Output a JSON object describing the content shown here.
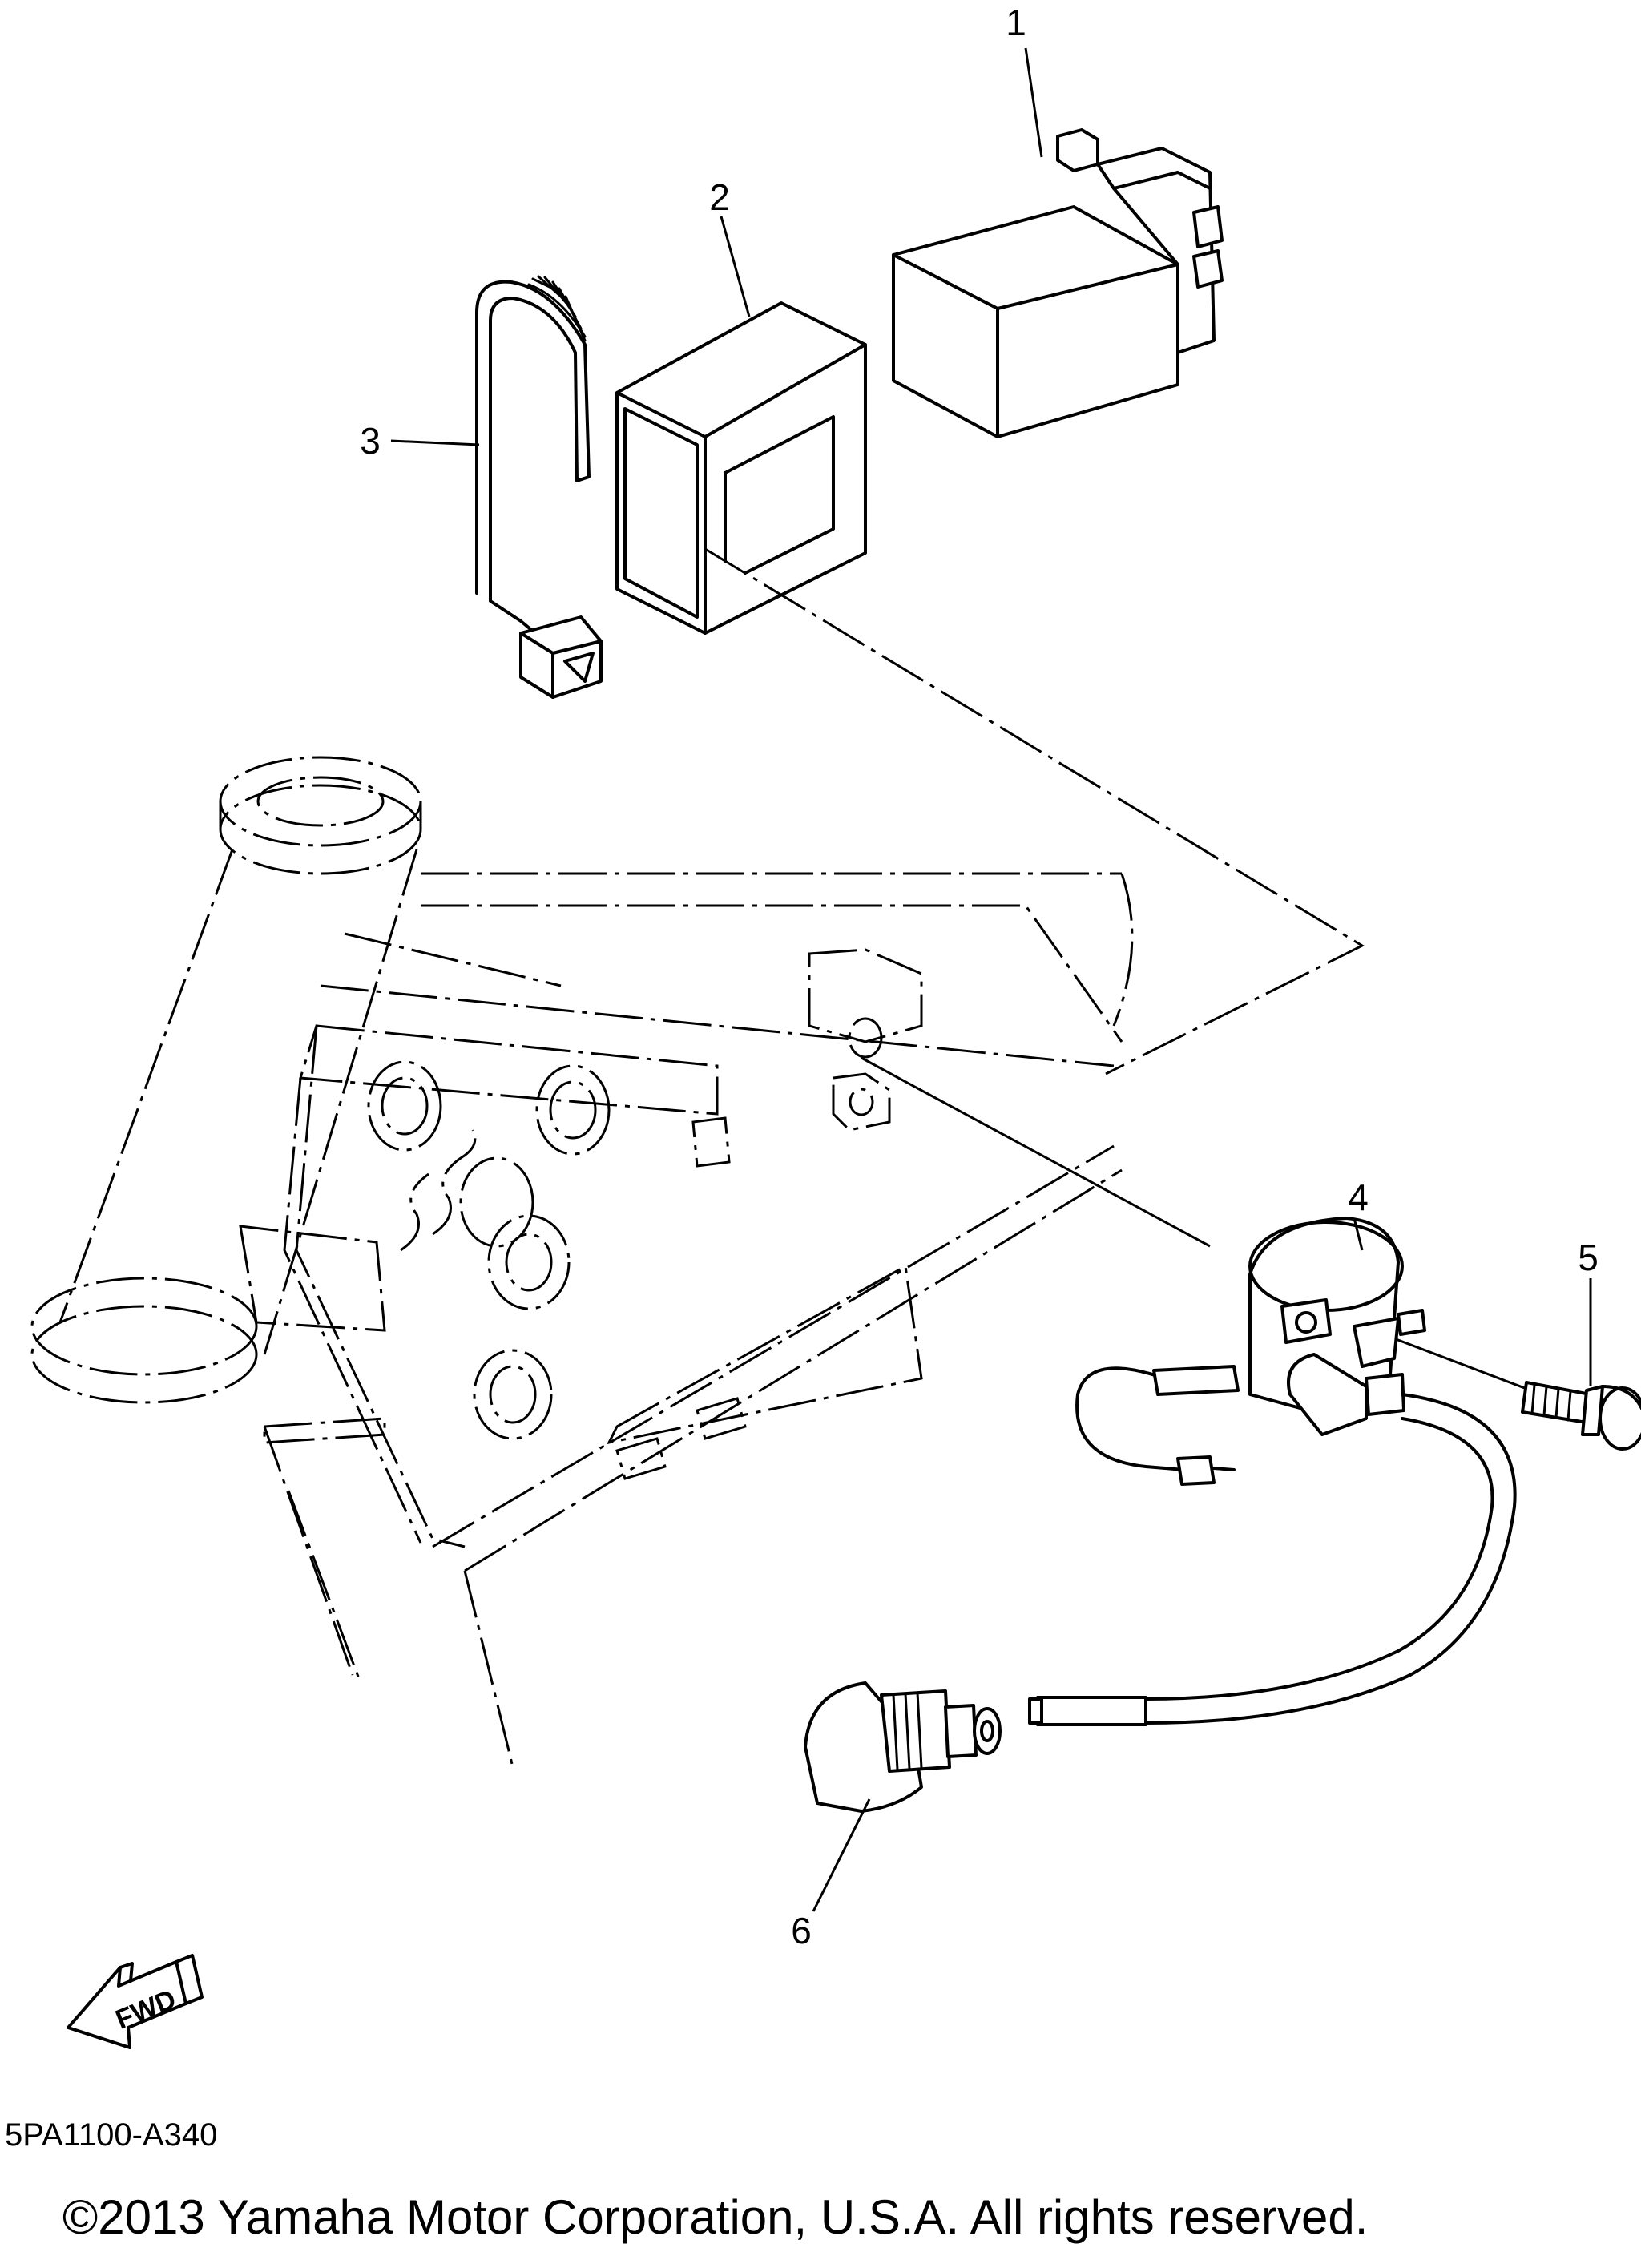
{
  "callouts": [
    {
      "id": "1",
      "label": "1"
    },
    {
      "id": "2",
      "label": "2"
    },
    {
      "id": "3",
      "label": "3"
    },
    {
      "id": "4",
      "label": "4"
    },
    {
      "id": "5",
      "label": "5"
    },
    {
      "id": "6",
      "label": "6"
    }
  ],
  "direction_arrow": {
    "label": "FWD",
    "icon": "fwd-arrow-icon"
  },
  "diagram_code": "5PA1100-A340",
  "copyright": "©2013 Yamaha Motor Corporation, U.S.A. All rights reserved."
}
